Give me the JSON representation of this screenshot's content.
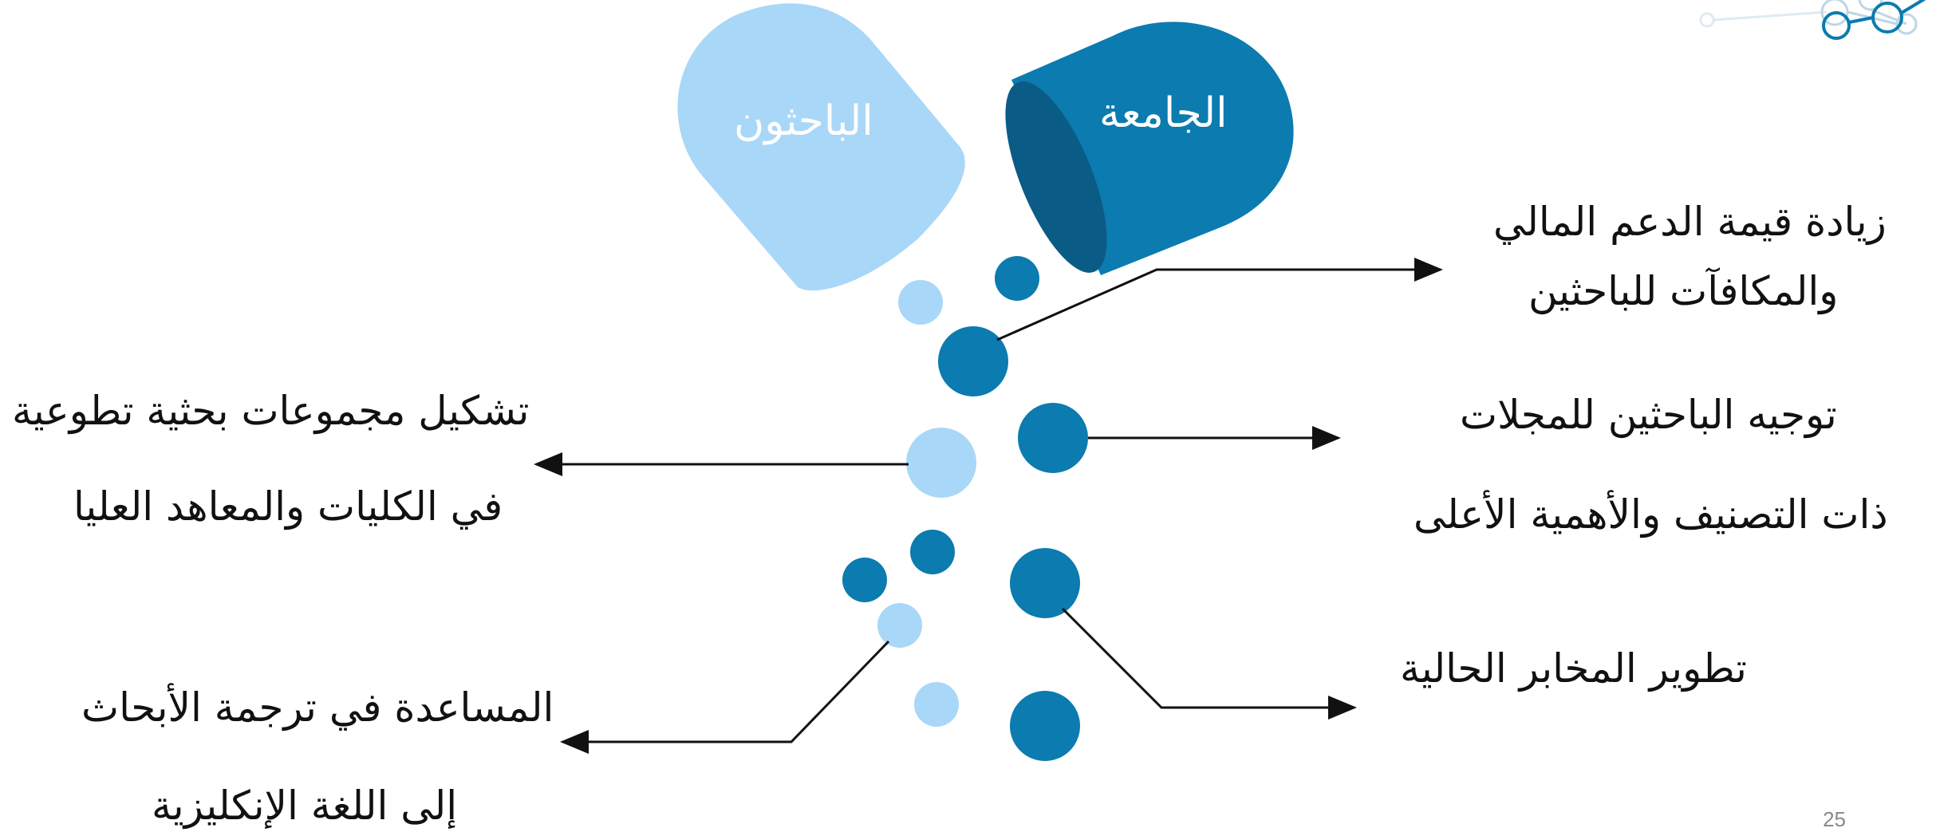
{
  "colors": {
    "dark_blue": "#0b7bb0",
    "light_blue": "#a9d7f7",
    "shade": "#0a5c86"
  },
  "diagram": {
    "capsule_left_label": "الباحثون",
    "capsule_right_label": "الجامعة",
    "right_items": [
      {
        "line1": "زيادة قيمة الدعم المالي",
        "line2": "والمكافآت للباحثين"
      },
      {
        "line1": "توجيه الباحثين للمجلات",
        "line2": "ذات التصنيف والأهمية الأعلى"
      },
      {
        "line1": "تطوير المخابر الحالية"
      }
    ],
    "left_items": [
      {
        "line1": "تشكيل مجموعات بحثية تطوعية",
        "line2": "في الكليات والمعاهد العليا"
      },
      {
        "line1": "المساعدة في ترجمة الأبحاث",
        "line2": "إلى اللغة الإنكليزية"
      }
    ]
  },
  "page_number": "25"
}
